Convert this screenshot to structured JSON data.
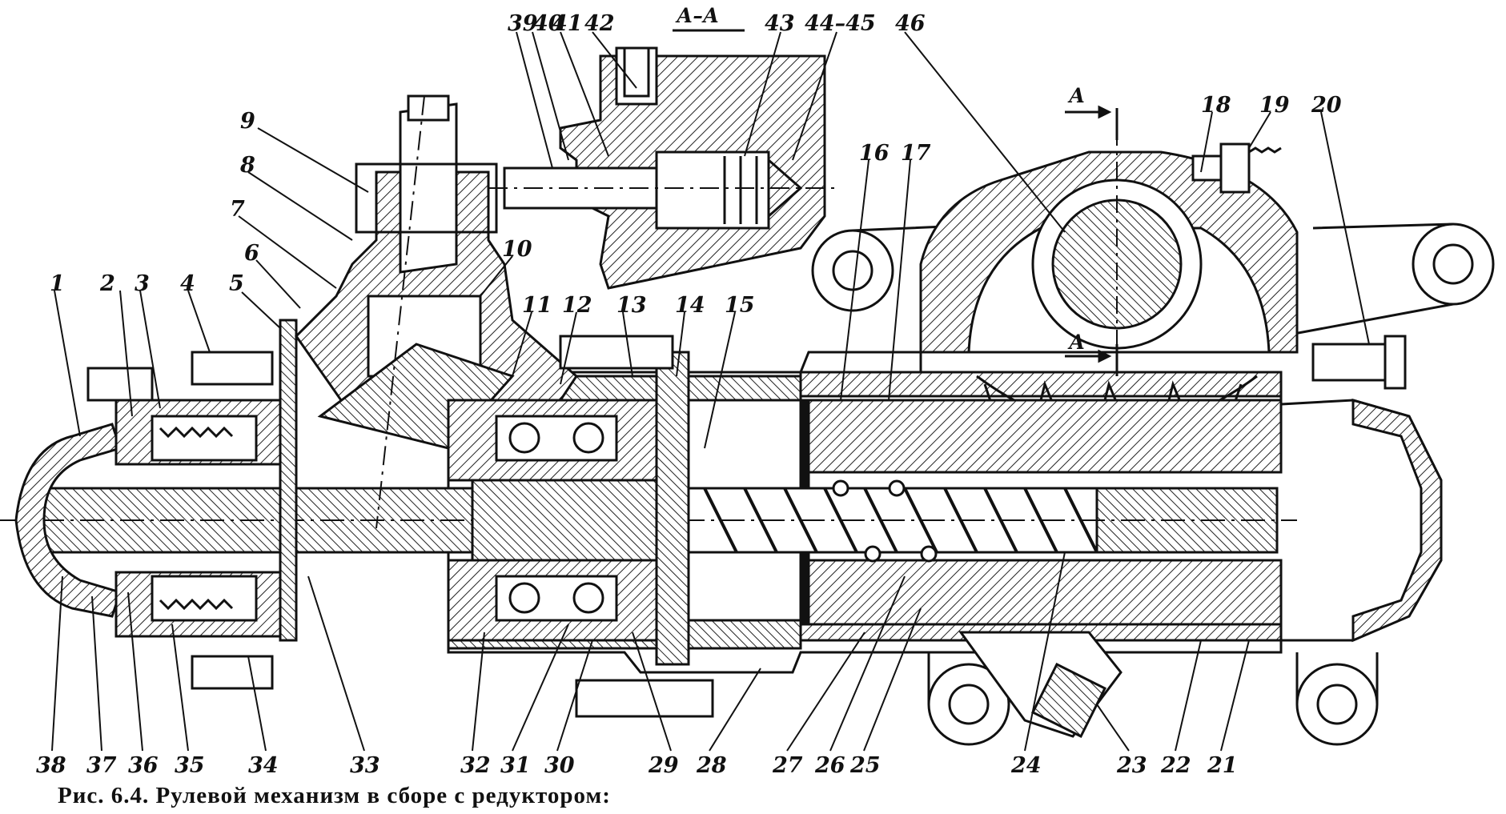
{
  "section_title": "А–А",
  "section_marks": [
    "А",
    "А"
  ],
  "caption": "Рис. 6.4. Рулевой механизм в сборе с редуктором:",
  "callouts_top": [
    "9",
    "8",
    "7",
    "6",
    "5",
    "4",
    "3",
    "2",
    "1",
    "10",
    "11",
    "12",
    "13",
    "14",
    "15",
    "39",
    "40",
    "41",
    "42",
    "43",
    "44–45",
    "46",
    "16",
    "17",
    "18",
    "19",
    "20"
  ],
  "callouts_bottom": [
    "38",
    "37",
    "36",
    "35",
    "34",
    "33",
    "32",
    "31",
    "30",
    "29",
    "28",
    "27",
    "26",
    "25",
    "24",
    "23",
    "22",
    "21"
  ]
}
